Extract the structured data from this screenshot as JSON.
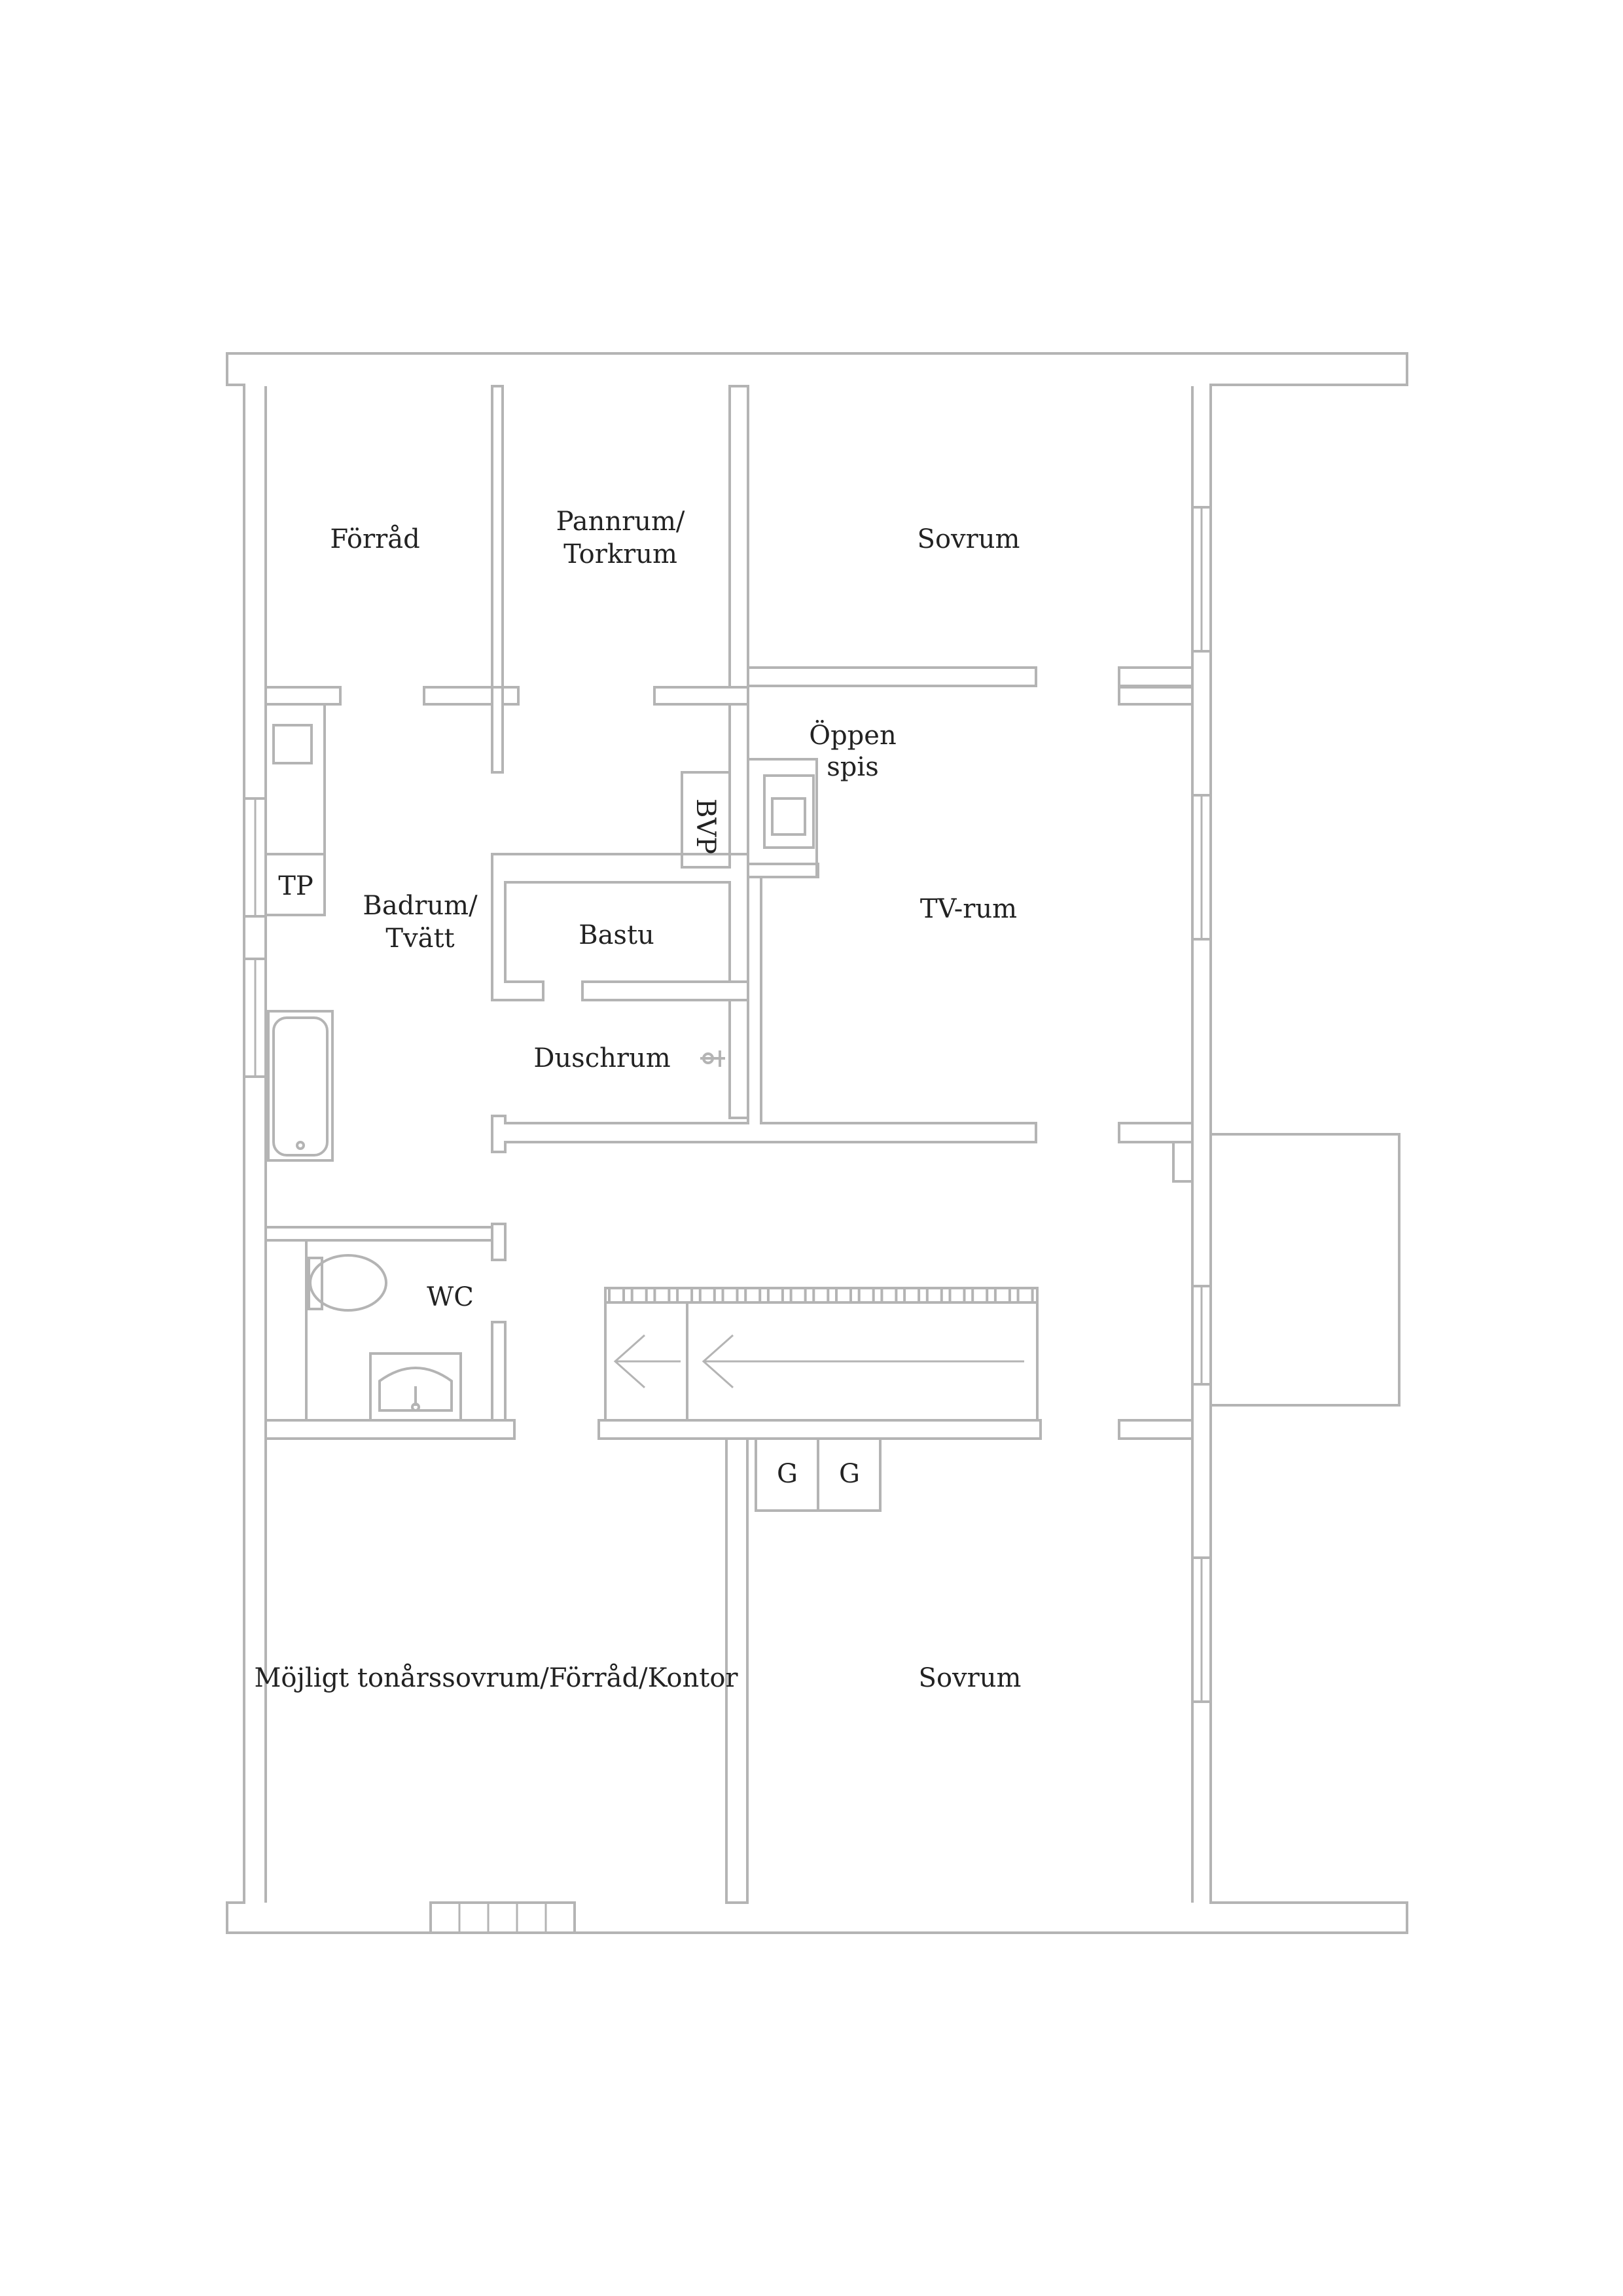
{
  "rooms": {
    "forrad": "Förråd",
    "pannrum_line1": "Pannrum/",
    "pannrum_line2": "Torkrum",
    "sovrum_top": "Sovrum",
    "oppen_line1": "Öppen",
    "oppen_line2": "spis",
    "bvp": "BVP",
    "tp": "TP",
    "badrum_line1": "Badrum/",
    "badrum_line2": "Tvätt",
    "bastu": "Bastu",
    "tvrum": "TV-rum",
    "duschrum": "Duschrum",
    "wc": "WC",
    "g1": "G",
    "g2": "G",
    "mojligt": "Möjligt tonårssovrum/Förråd/Kontor",
    "sovrum_bottom": "Sovrum"
  }
}
